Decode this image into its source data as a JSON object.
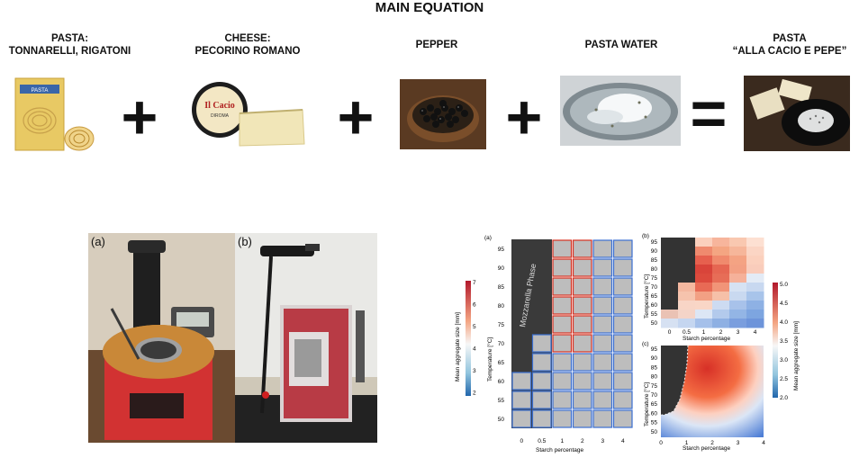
{
  "header": {
    "title": "MAIN EQUATION"
  },
  "equation": {
    "pasta_label_1": "PASTA:",
    "pasta_label_2": "TONNARELLI, RIGATONI",
    "cheese_label_1": "CHEESE:",
    "cheese_label_2": "PECORINO ROMANO",
    "pepper_label": "PEPPER",
    "water_label": "PASTA WATER",
    "result_label_1": "PASTA",
    "result_label_2": "“ALLA CACIO E PEPE”",
    "plus": "+",
    "equals": "=",
    "pasta_box_text": "PASTA",
    "cheese_brand": "Il Cacio",
    "cheese_sub": "DIROMA"
  },
  "setup": {
    "a_tag": "(a)",
    "b_tag": "(b)"
  },
  "figure": {
    "a_tag": "(a)",
    "b_tag": "(b)",
    "c_tag": "(c)",
    "phase_label": "Mozzarella Phase",
    "a_ylabel": "Temperature [°C]",
    "a_xlabel": "Starch percentage",
    "a_colorbar_label": "Mean aggregate size [mm]",
    "a_colorbar_ticks": [
      "7",
      "6",
      "5",
      "4",
      "3",
      "2"
    ],
    "a_yticks": [
      "95",
      "90",
      "85",
      "80",
      "75",
      "70",
      "65",
      "60",
      "55",
      "50"
    ],
    "a_xticks": [
      "0",
      "0.5",
      "1",
      "2",
      "3",
      "4"
    ],
    "b_ylabel": "Temperature [°C]",
    "b_xlabel": "Starch percentage",
    "b_yticks": [
      "95",
      "90",
      "85",
      "80",
      "75",
      "70",
      "65",
      "60",
      "55",
      "50"
    ],
    "b_xticks": [
      "0",
      "0.5",
      "1",
      "2",
      "3",
      "4"
    ],
    "c_ylabel": "Temperature [°C]",
    "c_xlabel": "Starch percentage",
    "c_yticks": [
      "95",
      "90",
      "85",
      "80",
      "75",
      "70",
      "65",
      "60",
      "55",
      "50"
    ],
    "c_xticks": [
      "0",
      "1",
      "2",
      "3",
      "4"
    ],
    "bc_colorbar_label": "Mean aggregate size [mm]",
    "bc_colorbar_ticks": [
      "5.0",
      "4.5",
      "4.0",
      "3.5",
      "3.0",
      "2.5",
      "2.0"
    ],
    "colors": {
      "red": "#d7301f",
      "blue": "#3b6fd1",
      "dark": "#3a3a3a"
    }
  }
}
